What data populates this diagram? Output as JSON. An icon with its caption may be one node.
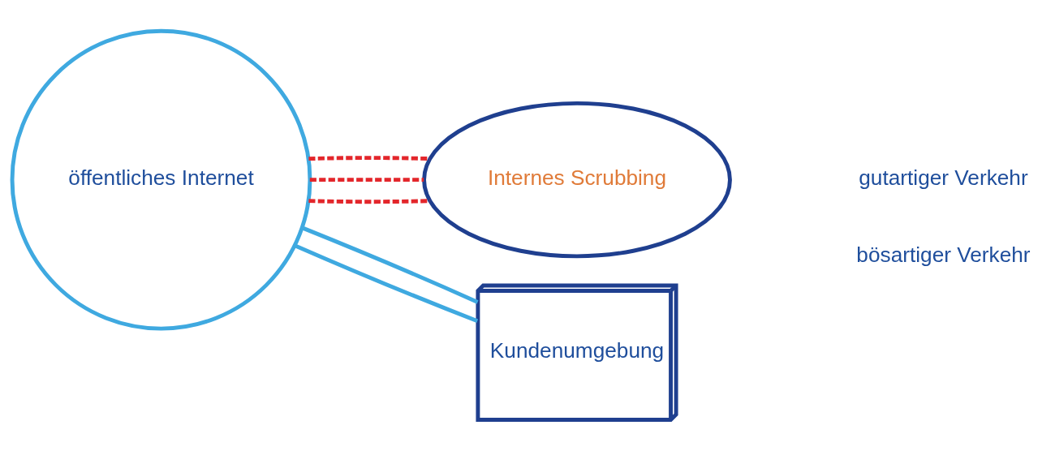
{
  "diagram": {
    "nodes": [
      {
        "text": [
          "öffentliches Internet"
        ]
      },
      {
        "text": [
          "Internes Scrubbing"
        ]
      },
      {
        "text": [
          "Kundenumgebung"
        ]
      }
    ],
    "edges": [
      {
        "from": 0,
        "to": 1,
        "arrow": "none",
        "style": "dashed",
        "color": "#e3262b"
      },
      {
        "from": 0,
        "to": 2,
        "arrow": "none",
        "color": "#3fa9e0"
      },
      {
        "from": 0,
        "to": 1,
        "arrow": "none",
        "style": "dashed",
        "color": "#e3262b"
      },
      {
        "from": 0,
        "to": 2,
        "arrow": "none",
        "color": "#3fa9e0"
      },
      {
        "from": 0,
        "to": 1,
        "arrow": "none",
        "style": "dashed",
        "color": "#e3262b"
      }
    ],
    "legend": [
      {
        "text": "gutartiger Verkehr"
      },
      {
        "text": "bösartiger Verkehr"
      }
    ]
  }
}
